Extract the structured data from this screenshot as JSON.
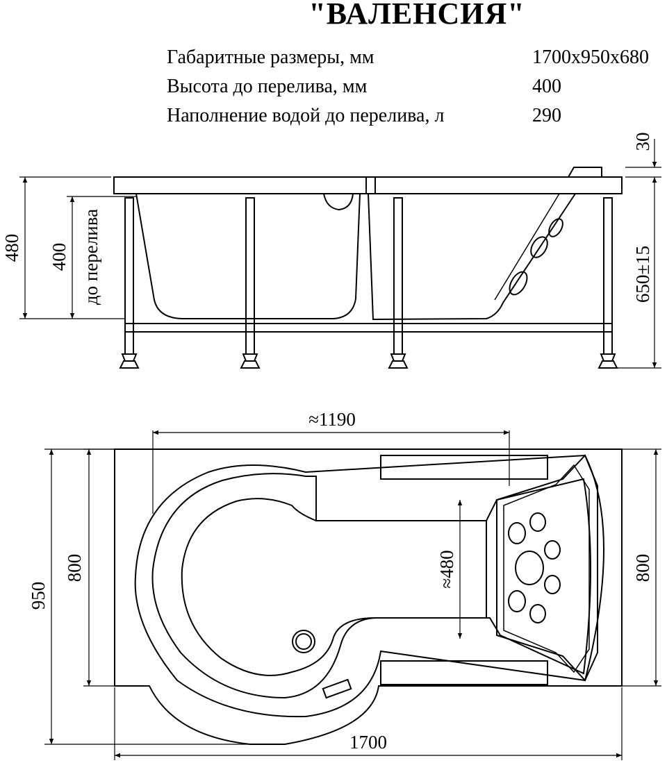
{
  "title": "\"ВАЛЕНСИЯ\"",
  "specs": [
    {
      "label": "Габаритные размеры, мм",
      "value": "1700x950x680"
    },
    {
      "label": "Высота до перелива, мм",
      "value": "400"
    },
    {
      "label": "Наполнение водой до перелива, л",
      "value": "290"
    }
  ],
  "side_view": {
    "dim_total_height": "480",
    "dim_overflow_height": "400",
    "dim_overflow_label": "до перелива",
    "dim_rim": "30",
    "dim_legs": "650±15"
  },
  "top_view": {
    "dim_inner_length": "≈1190",
    "dim_inner_width": "≈480",
    "dim_total_width": "950",
    "dim_left_width": "800",
    "dim_right_width": "800",
    "dim_total_length": "1700"
  }
}
